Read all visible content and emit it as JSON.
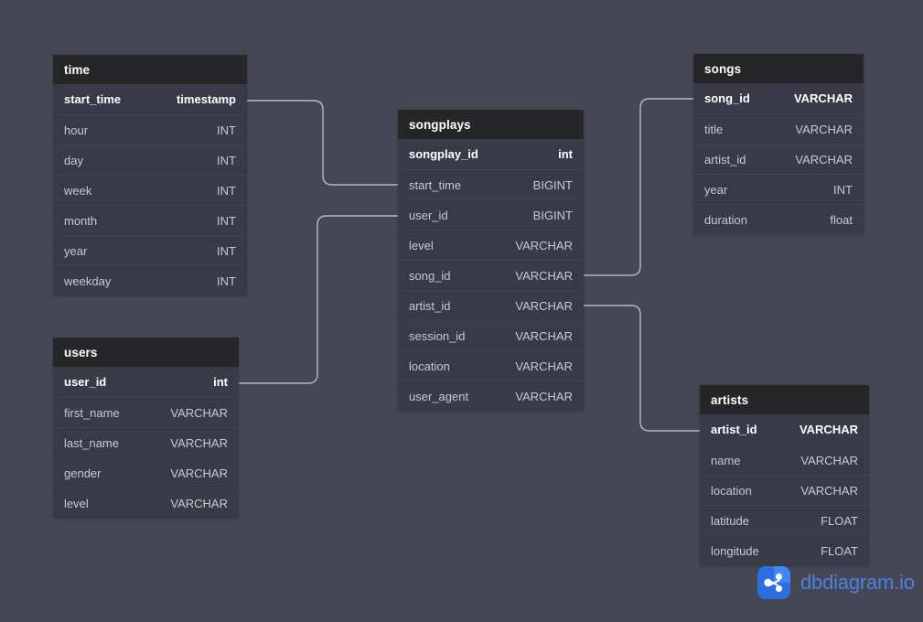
{
  "canvas": {
    "background": "#454754",
    "header_color": "#262628",
    "body_color": "#383b47",
    "edge_color": "#b7b9c2"
  },
  "tables": [
    {
      "id": "time",
      "name": "time",
      "fields": [
        {
          "name": "start_time",
          "type": "timestamp",
          "pk": true
        },
        {
          "name": "hour",
          "type": "INT",
          "pk": false
        },
        {
          "name": "day",
          "type": "INT",
          "pk": false
        },
        {
          "name": "week",
          "type": "INT",
          "pk": false
        },
        {
          "name": "month",
          "type": "INT",
          "pk": false
        },
        {
          "name": "year",
          "type": "INT",
          "pk": false
        },
        {
          "name": "weekday",
          "type": "INT",
          "pk": false
        }
      ]
    },
    {
      "id": "users",
      "name": "users",
      "fields": [
        {
          "name": "user_id",
          "type": "int",
          "pk": true
        },
        {
          "name": "first_name",
          "type": "VARCHAR",
          "pk": false
        },
        {
          "name": "last_name",
          "type": "VARCHAR",
          "pk": false
        },
        {
          "name": "gender",
          "type": "VARCHAR",
          "pk": false
        },
        {
          "name": "level",
          "type": "VARCHAR",
          "pk": false
        }
      ]
    },
    {
      "id": "songplays",
      "name": "songplays",
      "fields": [
        {
          "name": "songplay_id",
          "type": "int",
          "pk": true
        },
        {
          "name": "start_time",
          "type": "BIGINT",
          "pk": false
        },
        {
          "name": "user_id",
          "type": "BIGINT",
          "pk": false
        },
        {
          "name": "level",
          "type": "VARCHAR",
          "pk": false
        },
        {
          "name": "song_id",
          "type": "VARCHAR",
          "pk": false
        },
        {
          "name": "artist_id",
          "type": "VARCHAR",
          "pk": false
        },
        {
          "name": "session_id",
          "type": "VARCHAR",
          "pk": false
        },
        {
          "name": "location",
          "type": "VARCHAR",
          "pk": false
        },
        {
          "name": "user_agent",
          "type": "VARCHAR",
          "pk": false
        }
      ]
    },
    {
      "id": "songs",
      "name": "songs",
      "fields": [
        {
          "name": "song_id",
          "type": "VARCHAR",
          "pk": true
        },
        {
          "name": "title",
          "type": "VARCHAR",
          "pk": false
        },
        {
          "name": "artist_id",
          "type": "VARCHAR",
          "pk": false
        },
        {
          "name": "year",
          "type": "INT",
          "pk": false
        },
        {
          "name": "duration",
          "type": "float",
          "pk": false
        }
      ]
    },
    {
      "id": "artists",
      "name": "artists",
      "fields": [
        {
          "name": "artist_id",
          "type": "VARCHAR",
          "pk": true
        },
        {
          "name": "name",
          "type": "VARCHAR",
          "pk": false
        },
        {
          "name": "location",
          "type": "VARCHAR",
          "pk": false
        },
        {
          "name": "latitude",
          "type": "FLOAT",
          "pk": false
        },
        {
          "name": "longitude",
          "type": "FLOAT",
          "pk": false
        }
      ]
    }
  ],
  "relationships": [
    {
      "id": "time-songplays",
      "from": "time.start_time",
      "to": "songplays.start_time"
    },
    {
      "id": "users-songplays",
      "from": "users.user_id",
      "to": "songplays.user_id"
    },
    {
      "id": "songplays-songs",
      "from": "songplays.song_id",
      "to": "songs.song_id"
    },
    {
      "id": "songplays-artists",
      "from": "songplays.artist_id",
      "to": "artists.artist_id"
    }
  ],
  "watermark": {
    "text": "dbdiagram.io",
    "icon": "share-icon",
    "color": "#4f7fe0",
    "icon_background": "#2c6ee0"
  }
}
